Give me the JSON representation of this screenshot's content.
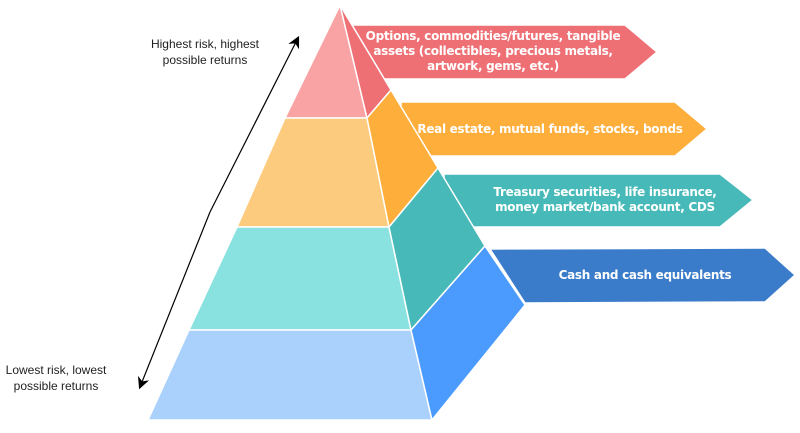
{
  "labels": {
    "top": "Highest risk, highest possible returns",
    "bottom": "Lowest risk, lowest possible returns"
  },
  "tiers": [
    {
      "text": "Options, commodities/futures, tangible assets (collectibles, precious metals, artwork, gems, etc.)",
      "front": "#f9a3a4",
      "side": "#ee7075",
      "banner": "#ee7075"
    },
    {
      "text": "Real estate, mutual funds, stocks, bonds",
      "front": "#fccb7e",
      "side": "#fdae3b",
      "banner": "#fdae3b"
    },
    {
      "text": "Treasury securities, life insurance, money market/bank account, CDS",
      "front": "#8ae2e0",
      "side": "#47b9b8",
      "banner": "#47b9b8"
    },
    {
      "text": "Cash and cash equivalents",
      "front": "#aad0fc",
      "side": "#4a9bfd",
      "banner": "#3a7bca"
    }
  ]
}
